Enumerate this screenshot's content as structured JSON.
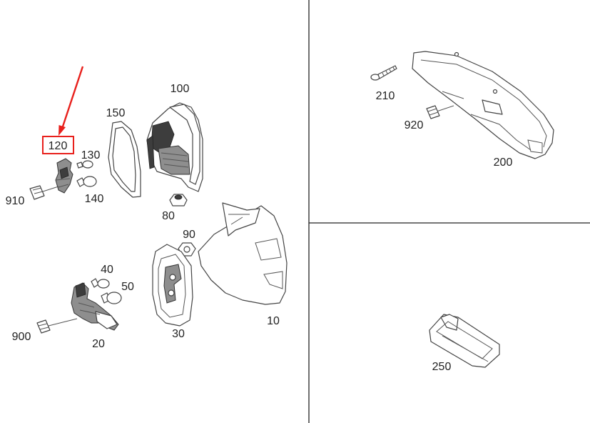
{
  "colors": {
    "highlight": "#e8201c",
    "lines": "#444444",
    "divider": "#222222"
  },
  "callouts": {
    "p10": "10",
    "p20": "20",
    "p30": "30",
    "p40": "40",
    "p50": "50",
    "p80": "80",
    "p90": "90",
    "p100": "100",
    "p120": "120",
    "p130": "130",
    "p140": "140",
    "p150": "150",
    "p200": "200",
    "p210": "210",
    "p250": "250",
    "p900": "900",
    "p910": "910",
    "p920": "920"
  },
  "highlighted_part": "120"
}
